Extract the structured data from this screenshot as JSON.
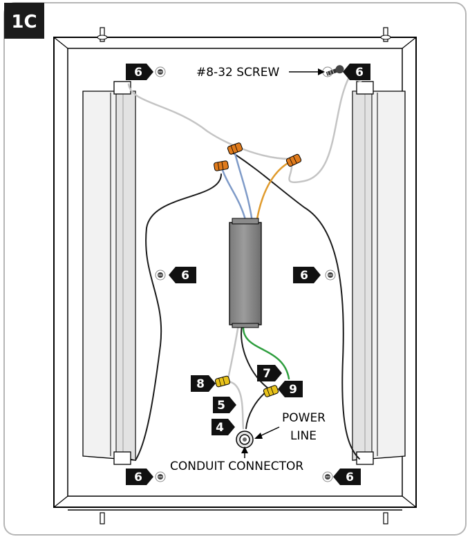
{
  "step_badge": "1C",
  "labels": {
    "screw": "#8-32 SCREW",
    "power_line_1": "POWER",
    "power_line_2": "LINE",
    "conduit_connector": "CONDUIT CONNECTOR"
  },
  "callouts": {
    "screw_top_left": "6",
    "screw_top_right": "6",
    "screw_mid_left": "6",
    "screw_mid_right": "6",
    "screw_bottom_left": "6",
    "screw_bottom_right": "6",
    "wire_nut_left": "8",
    "ground_wire": "7",
    "wire_nut_right": "9",
    "connector_nut": "5",
    "conduit": "4"
  },
  "colors": {
    "panel_border": "#b5b5b5",
    "wire_gray": "#c4c4c4",
    "wire_black": "#1a1a1a",
    "wire_blue": "#7f9bc8",
    "wire_orange": "#e09b2d",
    "wire_green": "#2e9e3e",
    "ballast": "#8e8e8e",
    "wire_nut_orange": "#e07b1c",
    "wire_nut_yellow": "#e8c21c",
    "callout_bg": "#111111"
  }
}
